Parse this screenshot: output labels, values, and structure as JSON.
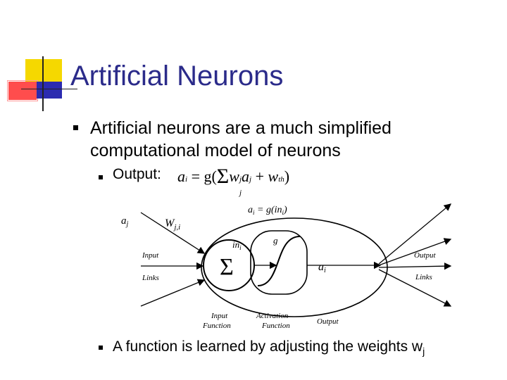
{
  "slide": {
    "title": "Artificial Neurons",
    "bullet1": "Artificial neurons are a much simplified computational model of neurons",
    "bullet2_label": "Output:",
    "bullet3_text": "A function is learned by adjusting the weights w",
    "bullet3_sub": "j"
  },
  "formula": {
    "a": "a",
    "a_sub": "i",
    "eq": " = g(",
    "sigma": "Σ",
    "sigma_sub": "j",
    "w": "w",
    "w_sub": "j",
    "a2": "a",
    "a2_sub": "j",
    "plus": " + ",
    "wth": "w",
    "wth_sub": "th",
    "close": ")"
  },
  "diagram": {
    "aj": "a",
    "aj_sub": "j",
    "wji": "W",
    "wji_sub": "j,i",
    "top_eq": "a",
    "top_eq_sub": "i",
    "top_eq_rest": " = g(in",
    "top_eq_sub2": "i",
    "top_eq_close": ")",
    "in": "in",
    "in_sub": "i",
    "g": "g",
    "sigma": "Σ",
    "ai": "a",
    "ai_sub": "i",
    "input_links_1": "Input",
    "input_links_2": "Links",
    "output_links_1": "Output",
    "output_links_2": "Links",
    "input_function_1": "Input",
    "input_function_2": "Function",
    "activation_function_1": "Activation",
    "activation_function_2": "Function",
    "output": "Output"
  },
  "colors": {
    "title": "#2b2b8a",
    "deco_yellow": "#f5d800",
    "deco_red": "#ff4d4d",
    "deco_blue": "#2b2bb0"
  }
}
